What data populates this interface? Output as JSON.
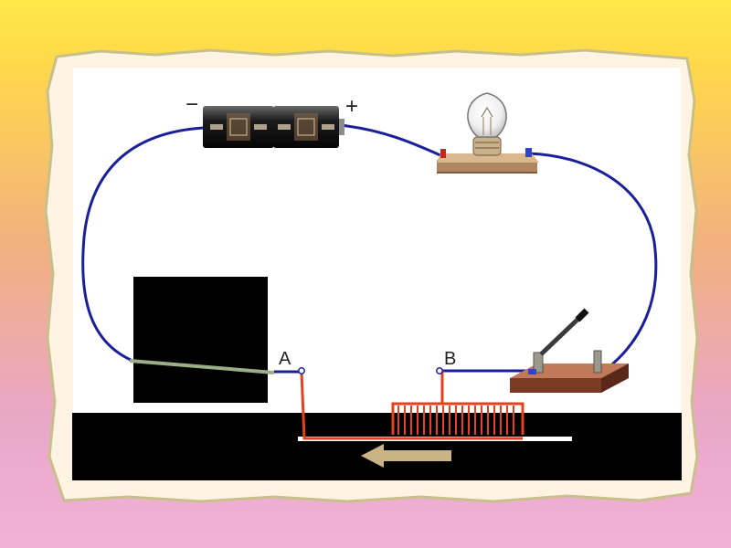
{
  "colors": {
    "wire": "#1a1f9a",
    "resistor_wire": "#e8401c",
    "arrow": "#c8b484",
    "panel": "#ffffff",
    "black_region": "#000000"
  },
  "battery": {
    "negative_sign": "−",
    "positive_sign": "+"
  },
  "terminals": {
    "a_label": "A",
    "b_label": "B"
  },
  "components": {
    "battery": "battery-icon",
    "bulb": "light-bulb-icon",
    "switch": "knife-switch-icon",
    "rheostat": "rheostat-coil-icon",
    "arrow": "slide-direction-arrow"
  }
}
